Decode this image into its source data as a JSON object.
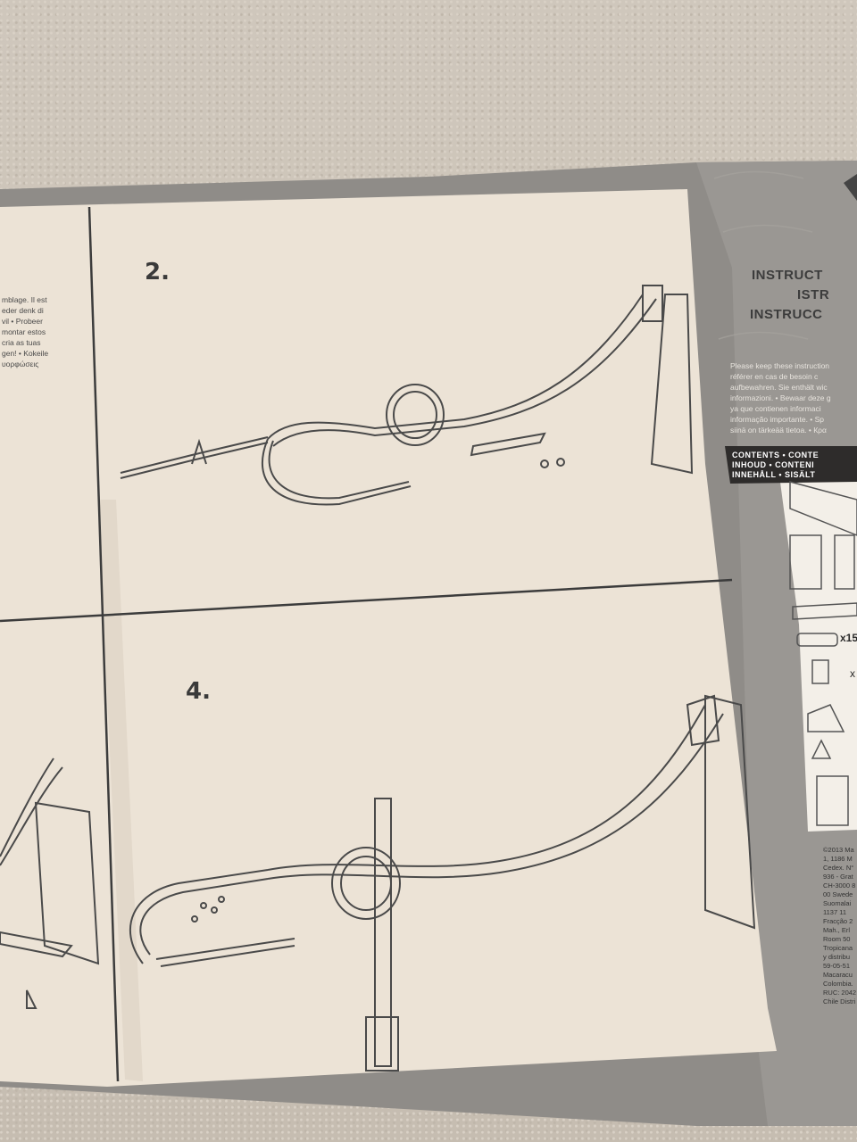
{
  "steps": {
    "step2": "2.",
    "step4": "4."
  },
  "header": {
    "line1": "INSTRUCT",
    "line2": "ISTR",
    "line3": "INSTRUCC"
  },
  "left_text": [
    "mblage. Il est",
    "eder denk di",
    "vil • Probeer",
    "montar estos",
    "cria as tuas",
    "gen! • Kokeile",
    "υορφώσεις"
  ],
  "instruction_text": [
    "Please keep these instruction",
    "référer en cas de besoin c",
    "aufbewahren. Sie enthält wic",
    "informazioni. • Bewaar deze g",
    "ya que contienen informaci",
    "informação importante. • Sp",
    "siinä on tärkeää tietoa. • Кρα"
  ],
  "contents_labels": [
    "CONTENTS • CONTE",
    "INHOUD • CONTENI",
    "INNEHÅLL • SISÄLT"
  ],
  "quantities": {
    "q1": "x15",
    "q2": "x"
  },
  "legal_text": [
    "©2013 Ma",
    "1, 1186 M",
    "Cedex. N°",
    "936 - Grat",
    "CH-3000 8",
    "00 Swede",
    "Suomalai",
    "1137 11",
    "Fracção 2",
    "Mah., Erl",
    "Room 50",
    "Tropicana",
    "y distribu",
    "59-05-51",
    "Macaracu",
    "Colombia.",
    "RUC: 2042",
    "Chile Distri"
  ],
  "colors": {
    "paper": "#ece3d6",
    "gray_border": "#8d8a86",
    "line": "#4a4a4a",
    "carpet": "#cbc2b6"
  }
}
